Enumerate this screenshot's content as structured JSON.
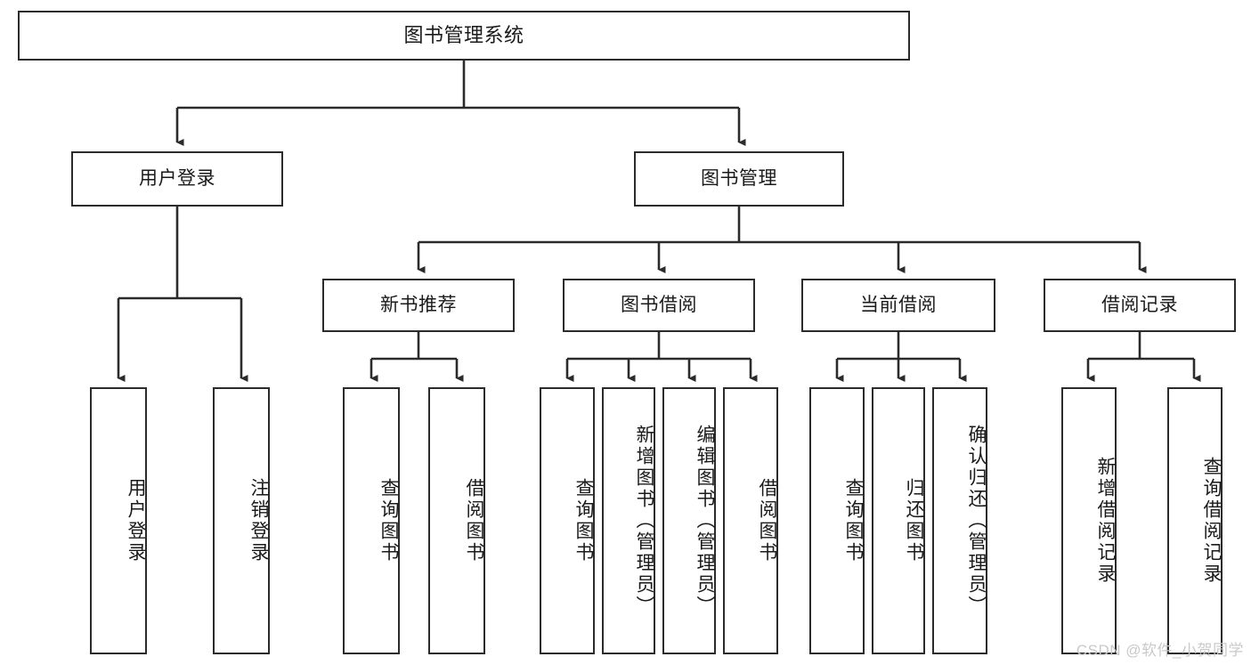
{
  "diagram": {
    "title": "图书管理系统",
    "type": "hierarchy-tree",
    "line_color": "#2b2b2b",
    "box_fill": "#ffffff",
    "text_color": "#1a1a1a",
    "levels": 4
  },
  "root": {
    "label": "图书管理系统"
  },
  "level2": [
    {
      "label": "用户登录"
    },
    {
      "label": "图书管理"
    }
  ],
  "level3": [
    {
      "label": "新书推荐"
    },
    {
      "label": "图书借阅"
    },
    {
      "label": "当前借阅"
    },
    {
      "label": "借阅记录"
    }
  ],
  "leaves": {
    "user_login": [
      {
        "label": "用户登录"
      },
      {
        "label": "注销登录"
      }
    ],
    "new_book_recommend": [
      {
        "label": "查询图书"
      },
      {
        "label": "借阅图书"
      }
    ],
    "book_borrow": [
      {
        "label": "查询图书"
      },
      {
        "label": "新增图书（管理员）"
      },
      {
        "label": "编辑图书（管理员）"
      },
      {
        "label": "借阅图书"
      }
    ],
    "current_borrow": [
      {
        "label": "查询图书"
      },
      {
        "label": "归还图书"
      },
      {
        "label": "确认归还（管理员）"
      }
    ],
    "borrow_record": [
      {
        "label": "新增借阅记录"
      },
      {
        "label": "查询借阅记录"
      }
    ]
  },
  "watermark": {
    "text": "CSDN @软件_小贺同学",
    "color": "#c9c9c9"
  }
}
